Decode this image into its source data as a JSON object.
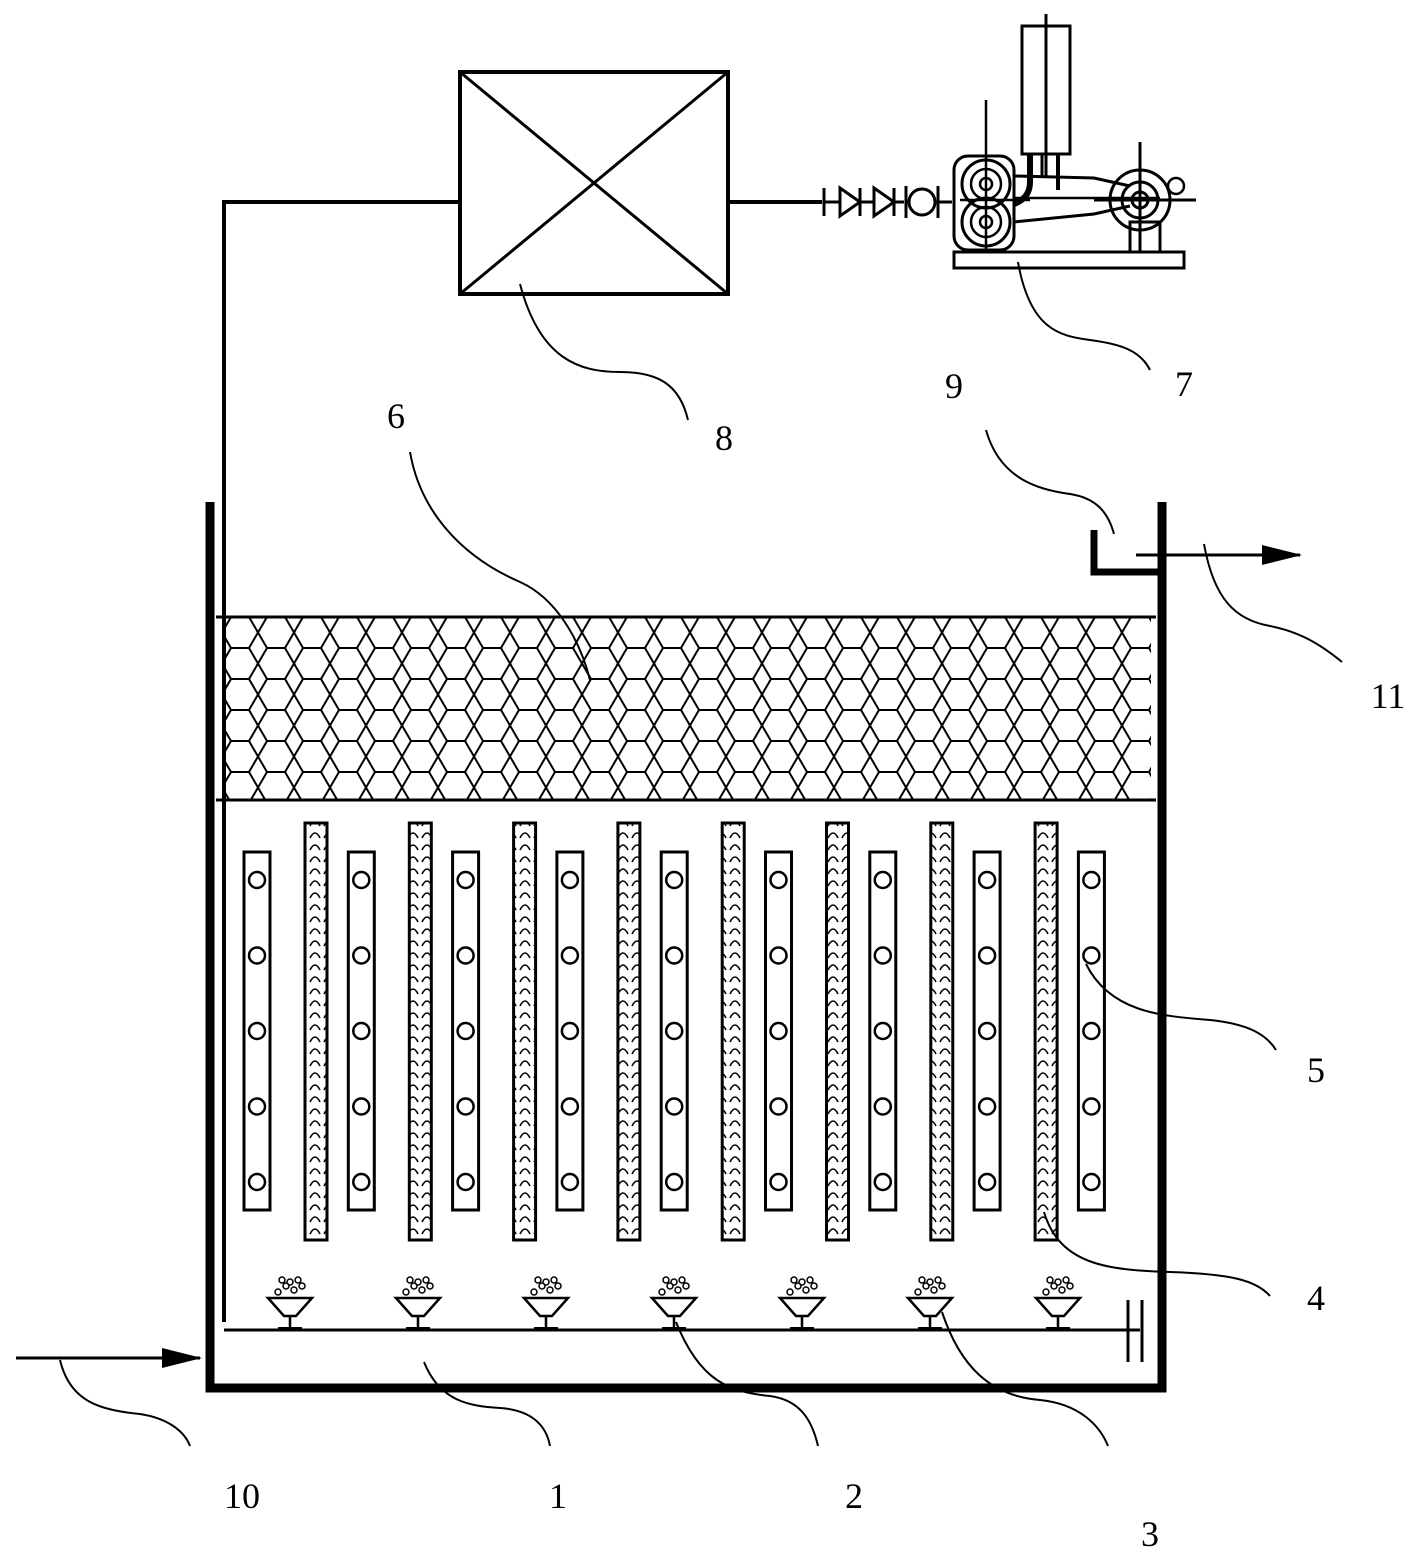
{
  "colors": {
    "ink": "#000000",
    "background": "#ffffff"
  },
  "components": {
    "tank": {
      "label": "1"
    },
    "aeration_pipe": {
      "label": "2"
    },
    "aerator_heads": {
      "label": "3",
      "count": 7
    },
    "fiber_carriers": {
      "label": "4",
      "count": 8
    },
    "ball_carriers": {
      "label": "5",
      "count": 9,
      "balls_per_column": 5
    },
    "honeycomb_packing": {
      "label": "6"
    },
    "blower": {
      "label": "7"
    },
    "filter_box": {
      "label": "8"
    },
    "overflow_weir": {
      "label": "9"
    },
    "inlet_pipe": {
      "label": "10"
    },
    "outlet_pipe": {
      "label": "11"
    }
  }
}
